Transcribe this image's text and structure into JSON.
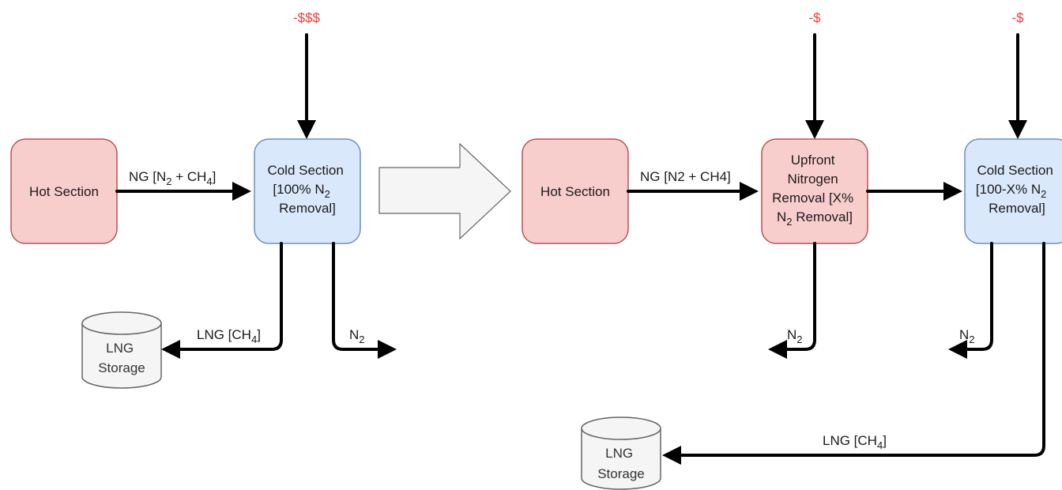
{
  "left": {
    "cost": "-$$$",
    "hot_section": "Hot Section",
    "cold_section": {
      "line1": "Cold Section",
      "line2_pre": "[100% N",
      "line2_sub": "2",
      "line3": "Removal]"
    },
    "feed": {
      "pre": "NG [N",
      "sub1": "2",
      "mid": " + CH",
      "sub2": "4",
      "post": "]"
    },
    "lng": {
      "pre": "LNG [CH",
      "sub": "4",
      "post": "]"
    },
    "n2": {
      "pre": "N",
      "sub": "2"
    },
    "storage": {
      "line1": "LNG",
      "line2": "Storage"
    }
  },
  "right": {
    "cost_1": "-$",
    "cost_2": "-$",
    "hot_section": "Hot Section",
    "feed": "NG [N2 + CH4]",
    "upfront": {
      "line1": "Upfront",
      "line2": "Nitrogen",
      "line3": "Removal [X%",
      "line4_pre": "N",
      "line4_sub": "2",
      "line4_post": " Removal]"
    },
    "cold_section": {
      "line1": "Cold Section",
      "line2_pre": "[100-X% N",
      "line2_sub": "2",
      "line3": "Removal]"
    },
    "n2_upfront": {
      "pre": "N",
      "sub": "2"
    },
    "n2_cold": {
      "pre": "N",
      "sub": "2"
    },
    "lng": {
      "pre": "LNG [CH",
      "sub": "4",
      "post": "]"
    },
    "storage": {
      "line1": "LNG",
      "line2": "Storage"
    }
  },
  "colors": {
    "hot_fill": "#f8cecc",
    "hot_stroke": "#b85450",
    "cold_fill": "#dae8fc",
    "cold_stroke": "#6c8ebf",
    "storage_fill": "#f5f5f5",
    "cost_text": "#ff3333"
  }
}
